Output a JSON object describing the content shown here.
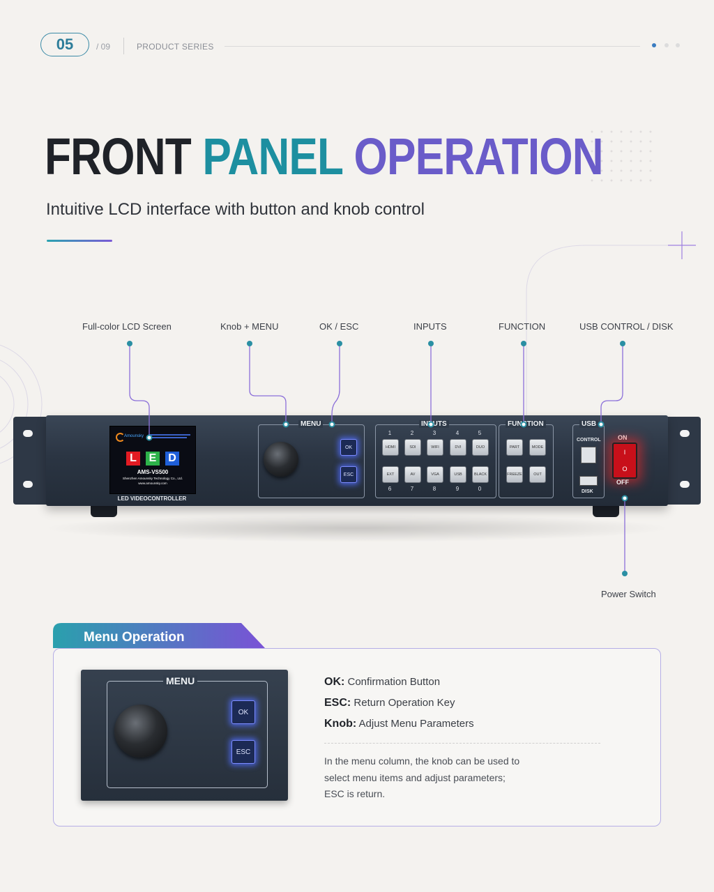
{
  "header": {
    "page_current": "05",
    "page_total": "/ 09",
    "series_label": "PRODUCT SERIES"
  },
  "title": {
    "word1": "FRONT",
    "word2": "PANEL",
    "word3": "OPERATION",
    "subtitle": "Intuitive LCD interface with button and knob control"
  },
  "colors": {
    "teal": "#1d8fa0",
    "purple": "#6a5cc9",
    "dark": "#1f2228",
    "button_glow": "#506eff",
    "power_red": "#c8101a"
  },
  "callouts": {
    "lcd": "Full-color LCD Screen",
    "knob": "Knob + MENU",
    "okesc": "OK / ESC",
    "inputs": "INPUTS",
    "function": "FUNCTION",
    "usb": "USB CONTROL / DISK",
    "power": "Power Switch"
  },
  "device": {
    "lcd_brand": "Amounsky",
    "lcd_letters": [
      "L",
      "E",
      "D"
    ],
    "lcd_model": "AMS-VS500",
    "lcd_company": "Shenzhen Amounsky Technology Co., Ltd.",
    "lcd_url": "www.amounsky.com",
    "lcd_caption": "LED VIDEOCONTROLLER",
    "menu_group": "MENU",
    "ok_label": "OK",
    "esc_label": "ESC",
    "inputs_group": "INPUTS",
    "input_numbers_top": [
      "1",
      "2",
      "3",
      "4",
      "5"
    ],
    "input_numbers_bottom": [
      "6",
      "7",
      "8",
      "9",
      "0"
    ],
    "input_buttons_top": [
      "HDMI",
      "SDI",
      "WIFI",
      "DVI",
      "DUO"
    ],
    "input_buttons_bottom": [
      "EXT",
      "AV",
      "VGA",
      "USB",
      "BLACK"
    ],
    "function_group": "FUNCTION",
    "function_buttons": [
      "PART",
      "MODE",
      "FREEZE",
      "OUT"
    ],
    "usb_group": "USB",
    "usb_control": "CONTROL",
    "usb_disk": "DISK",
    "power_on": "ON",
    "power_off": "OFF",
    "switch_on_mark": "I",
    "switch_off_mark": "O"
  },
  "menu_operation": {
    "title": "Menu Operation",
    "photo_menu_label": "MENU",
    "photo_ok": "OK",
    "photo_esc": "ESC",
    "items": [
      {
        "key": "OK:",
        "text": "Confirmation Button"
      },
      {
        "key": "ESC:",
        "text": "Return Operation Key"
      },
      {
        "key": "Knob:",
        "text": "Adjust Menu Parameters"
      }
    ],
    "description_lines": [
      "In the menu column, the knob can be used to",
      "select menu items and adjust parameters;",
      "ESC is return."
    ]
  }
}
